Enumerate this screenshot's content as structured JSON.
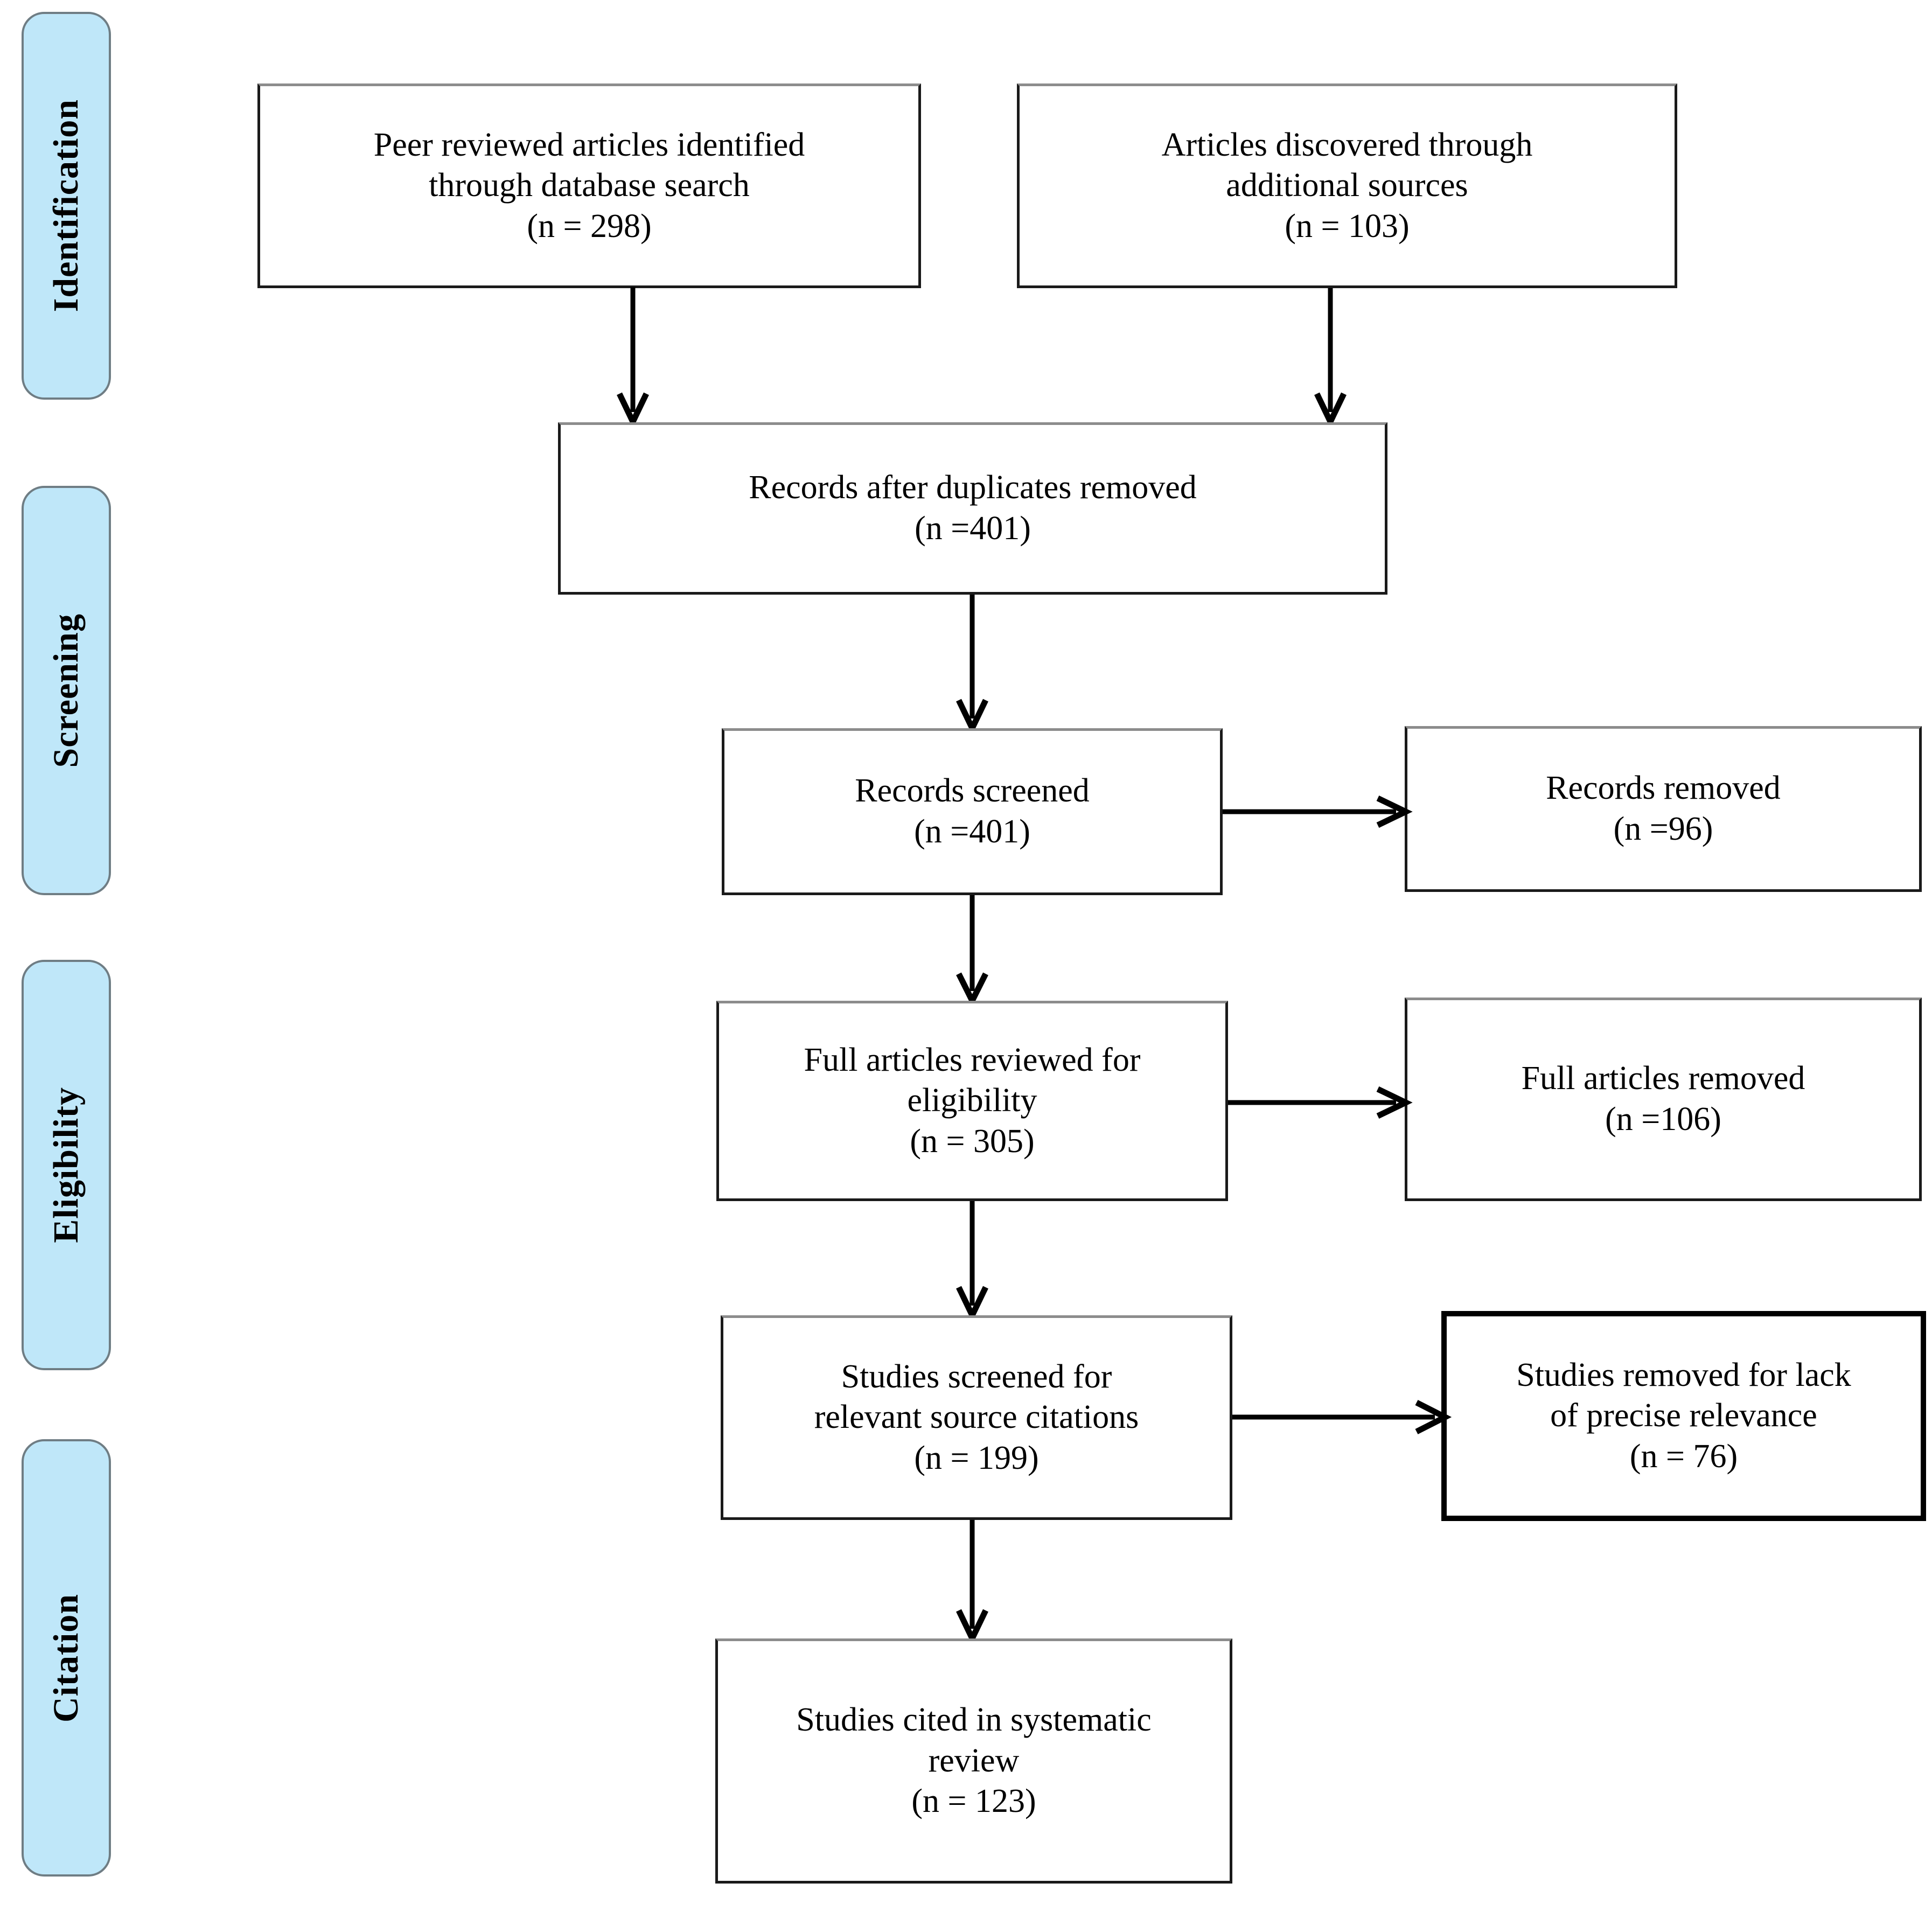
{
  "diagram": {
    "title": "PRISMA study selection flow diagram",
    "accent_color": "#bfe7f9",
    "tab_border_color": "#6f7d84",
    "box_border_color": "#8c8c8c",
    "emphasis_border_color": "#000000",
    "background_color": "#ffffff"
  },
  "stages": [
    {
      "id": "identification",
      "label": "Identification"
    },
    {
      "id": "screening",
      "label": "Screening"
    },
    {
      "id": "eligibility",
      "label": "Eligibility"
    },
    {
      "id": "citation",
      "label": "Citation"
    }
  ],
  "boxes": {
    "database_search": {
      "line1": "Peer reviewed articles identified",
      "line2": "through database search",
      "count": "(n = 298)",
      "text": "Peer reviewed articles identified\nthrough database search\n(n = 298)"
    },
    "additional_sources": {
      "line1": "Articles discovered through",
      "line2": "additional sources",
      "count": "(n = 103)",
      "text": "Articles discovered through\nadditional sources\n(n = 103)"
    },
    "duplicates_removed": {
      "line1": "Records after duplicates removed",
      "count": "(n =401)",
      "text": "Records after duplicates removed\n(n =401)"
    },
    "records_screened": {
      "line1": "Records screened",
      "count": "(n =401)",
      "text": "Records screened\n(n =401)"
    },
    "records_removed": {
      "line1": "Records removed",
      "count": "(n =96)",
      "text": "Records removed\n(n =96)"
    },
    "full_articles_reviewed": {
      "line1": "Full articles reviewed for",
      "line2": "eligibility",
      "count": "(n = 305)",
      "text": "Full articles reviewed for\neligibility\n(n = 305)"
    },
    "full_articles_removed": {
      "line1": "Full articles removed",
      "count": "(n =106)",
      "text": "Full articles removed\n(n =106)"
    },
    "studies_screened_citations": {
      "line1": "Studies screened for",
      "line2": "relevant source citations",
      "count": "(n = 199)",
      "text": "Studies screened for\nrelevant source citations\n(n = 199)"
    },
    "studies_removed_relevance": {
      "line1": "Studies removed for lack",
      "line2": "of precise relevance",
      "count": "(n = 76)",
      "text": "Studies removed for lack\nof precise relevance\n(n = 76)"
    },
    "studies_cited": {
      "line1": "Studies cited in systematic",
      "line2": "review",
      "count": "(n = 123)",
      "text": "Studies cited in systematic\nreview\n(n = 123)"
    }
  },
  "chart_data": {
    "type": "diagram",
    "title": "PRISMA flow of study selection",
    "nodes": [
      {
        "id": "database_search",
        "stage": "Identification",
        "label": "Peer reviewed articles identified through database search",
        "n": 298
      },
      {
        "id": "additional_sources",
        "stage": "Identification",
        "label": "Articles discovered through additional sources",
        "n": 103
      },
      {
        "id": "duplicates_removed",
        "stage": "Screening",
        "label": "Records after duplicates removed",
        "n": 401
      },
      {
        "id": "records_screened",
        "stage": "Screening",
        "label": "Records screened",
        "n": 401
      },
      {
        "id": "records_removed",
        "stage": "Screening",
        "label": "Records removed",
        "n": 96
      },
      {
        "id": "full_articles_reviewed",
        "stage": "Eligibility",
        "label": "Full articles reviewed for eligibility",
        "n": 305
      },
      {
        "id": "full_articles_removed",
        "stage": "Eligibility",
        "label": "Full articles removed",
        "n": 106
      },
      {
        "id": "studies_screened_citations",
        "stage": "Citation",
        "label": "Studies screened for relevant source citations",
        "n": 199
      },
      {
        "id": "studies_removed_relevance",
        "stage": "Citation",
        "label": "Studies removed for lack of precise relevance",
        "n": 76
      },
      {
        "id": "studies_cited",
        "stage": "Citation",
        "label": "Studies cited in systematic review",
        "n": 123
      }
    ],
    "edges": [
      {
        "from": "database_search",
        "to": "duplicates_removed",
        "direction": "down"
      },
      {
        "from": "additional_sources",
        "to": "duplicates_removed",
        "direction": "down"
      },
      {
        "from": "duplicates_removed",
        "to": "records_screened",
        "direction": "down"
      },
      {
        "from": "records_screened",
        "to": "records_removed",
        "direction": "right"
      },
      {
        "from": "records_screened",
        "to": "full_articles_reviewed",
        "direction": "down"
      },
      {
        "from": "full_articles_reviewed",
        "to": "full_articles_removed",
        "direction": "right"
      },
      {
        "from": "full_articles_reviewed",
        "to": "studies_screened_citations",
        "direction": "down"
      },
      {
        "from": "studies_screened_citations",
        "to": "studies_removed_relevance",
        "direction": "right"
      },
      {
        "from": "studies_screened_citations",
        "to": "studies_cited",
        "direction": "down"
      }
    ]
  }
}
